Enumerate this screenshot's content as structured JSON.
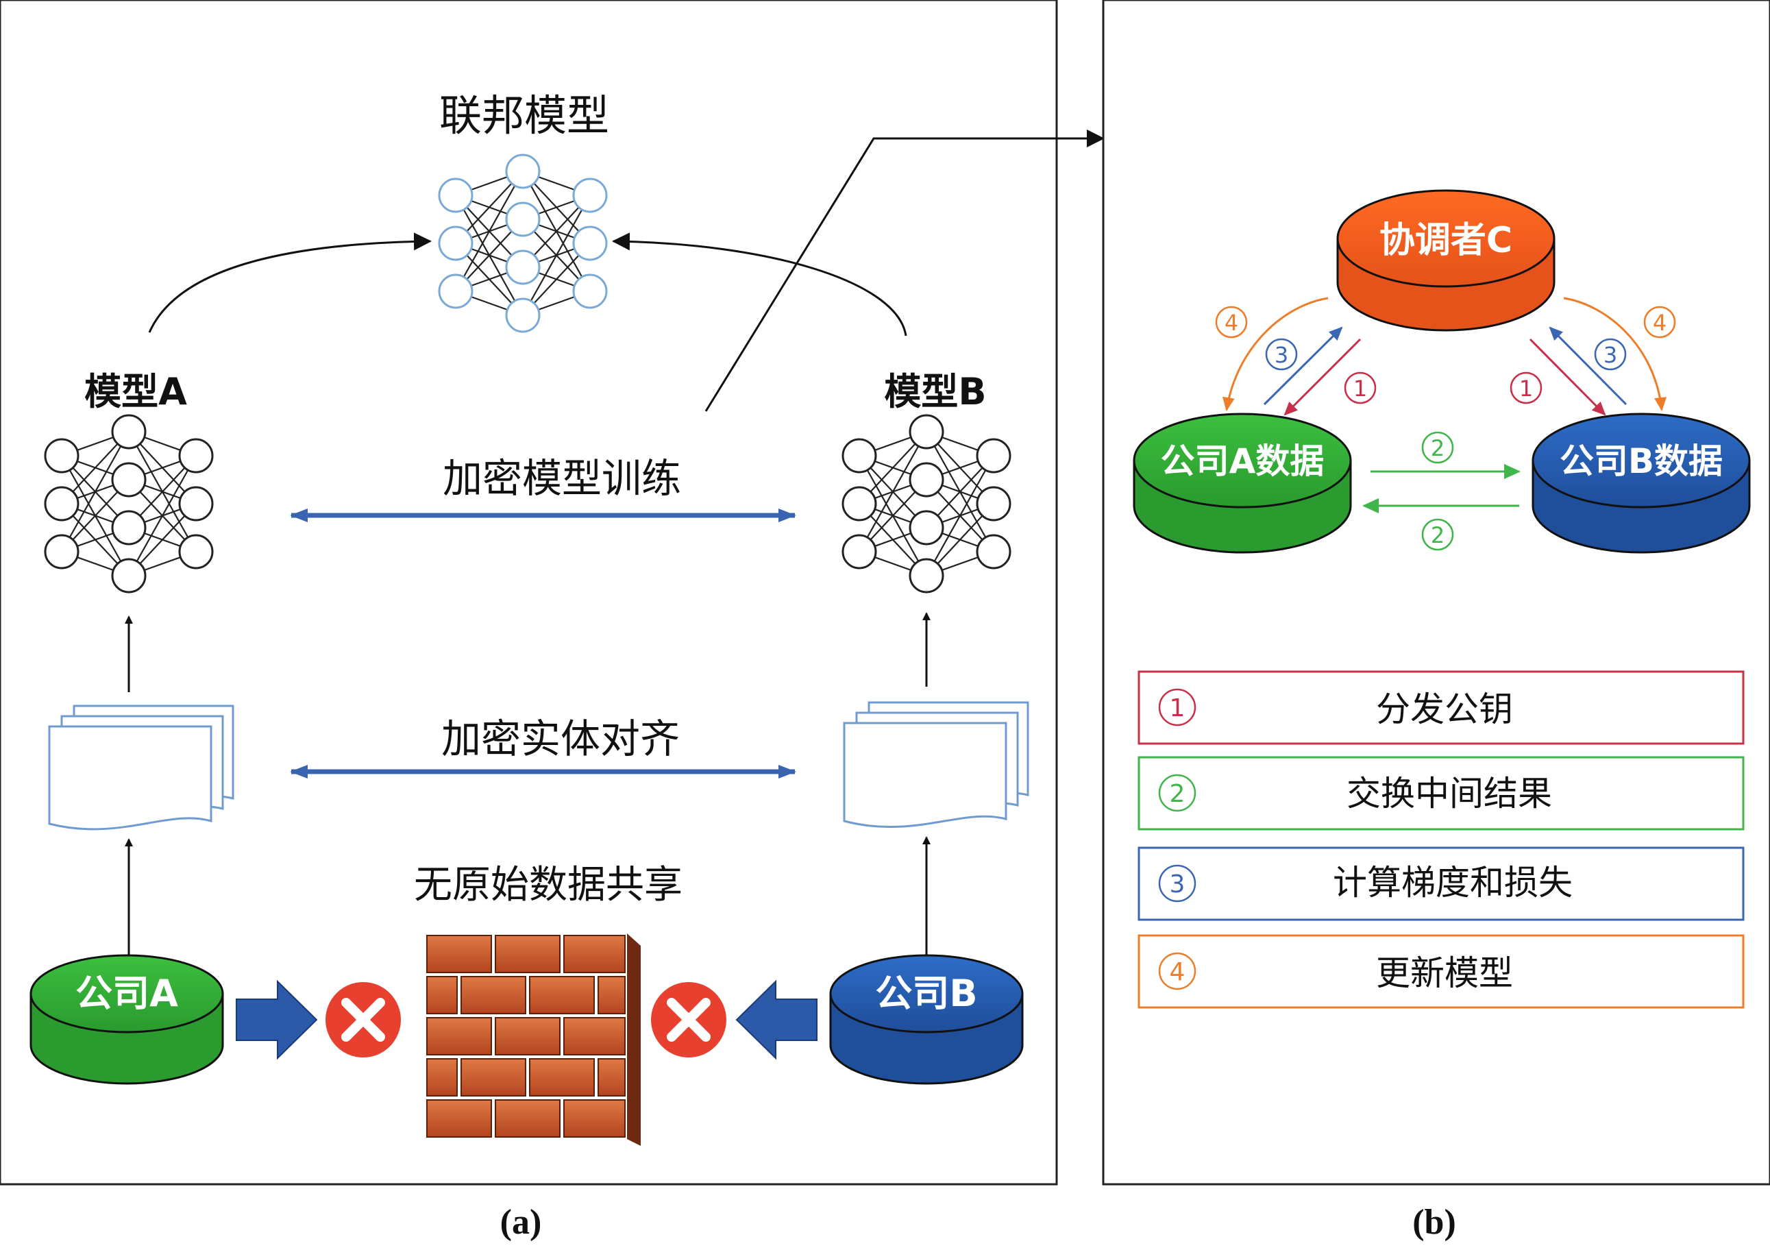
{
  "panel_a": {
    "federated_model_title": "联邦模型",
    "model_a_label": "模型A",
    "model_b_label": "模型B",
    "encrypted_training_label": "加密模型训练",
    "encrypted_alignment_label": "加密实体对齐",
    "no_raw_data_label": "无原始数据共享",
    "company_a_label": "公司A",
    "company_b_label": "公司B",
    "caption": "(a)"
  },
  "panel_b": {
    "coordinator_label": "协调者C",
    "company_a_data_label": "公司A数据",
    "company_b_data_label": "公司B数据",
    "step_markers": {
      "one": "1",
      "two": "2",
      "three": "3",
      "four": "4"
    },
    "legend": [
      {
        "num": "1",
        "text": "分发公钥",
        "color": "#c8304a"
      },
      {
        "num": "2",
        "text": "交换中间结果",
        "color": "#3fb54a"
      },
      {
        "num": "3",
        "text": "计算梯度和损失",
        "color": "#3a66b4"
      },
      {
        "num": "4",
        "text": "更新模型",
        "color": "#ee7d2a"
      }
    ],
    "caption": "(b)"
  },
  "colors": {
    "green": "#2e9e36",
    "blue": "#2257a8",
    "orange": "#f05a1c",
    "arrow_blue": "#3b64b0",
    "red_x": "#e8402e",
    "brick": "#c8582c",
    "node_stroke": "#7aa9d6"
  }
}
